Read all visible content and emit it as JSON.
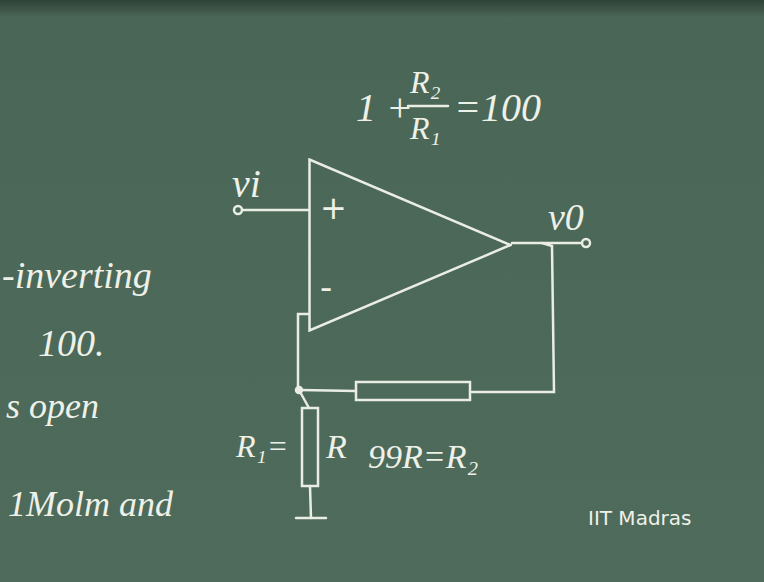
{
  "diagram": {
    "nodes": [
      {
        "text": [
          "+",
          "-"
        ]
      }
    ],
    "labels": [
      "1 +",
      "R₂",
      "R₁",
      "=100",
      "vi",
      "v0",
      "-inverting",
      "100.",
      "s open",
      "1Molm and",
      "R₁=",
      "R",
      "99R=R₂",
      "IIT Madras"
    ]
  }
}
